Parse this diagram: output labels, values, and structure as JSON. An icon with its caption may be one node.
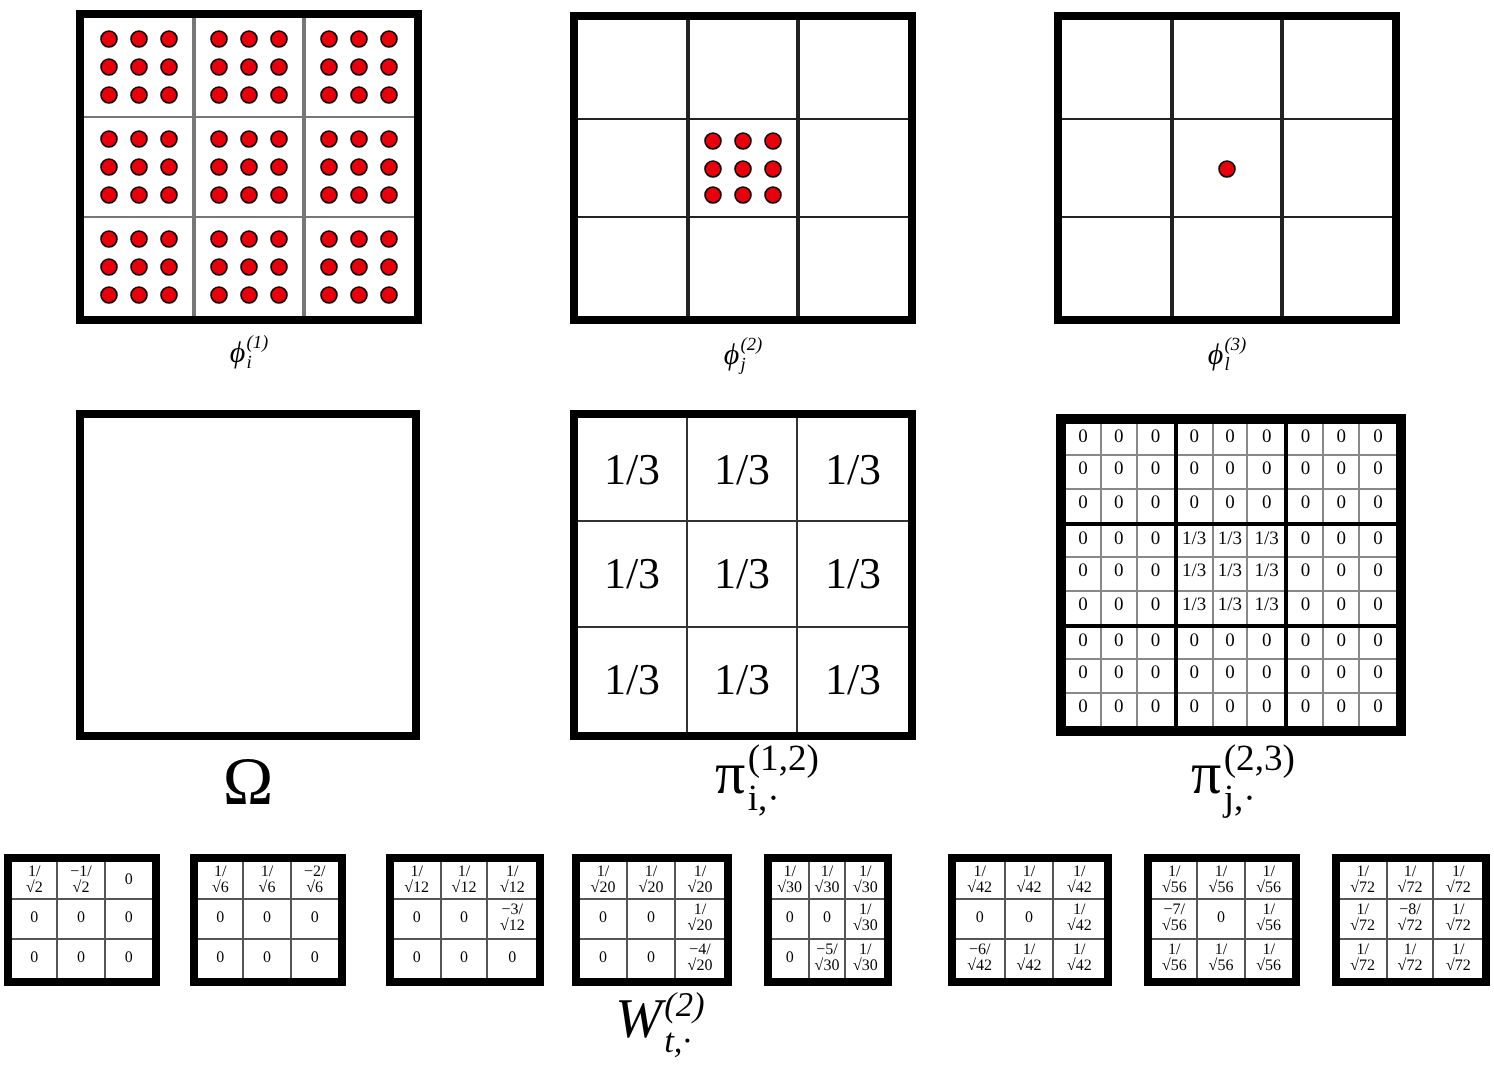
{
  "diagram": {
    "nodes": [
      {
        "text": [],
        "shape": "grid",
        "beside": [
          "ϕ$_{i}$$^{(1)}$"
        ]
      },
      {
        "text": [],
        "shape": "grid",
        "beside": [
          "ϕ$_{j}$$^{(2)}$"
        ]
      },
      {
        "text": [],
        "shape": "grid",
        "beside": [
          "ϕ$_{l}$$^{(3)}$"
        ]
      },
      {
        "text": [],
        "shape": "box",
        "beside": [
          "Ω"
        ]
      },
      {
        "text": [
          "1/3",
          "1/3",
          "1/3",
          "1/3",
          "1/3",
          "1/3",
          "1/3",
          "1/3",
          "1/3"
        ],
        "beside": [
          "π$_{i,·}$$^{(1,2)}$"
        ]
      },
      {
        "text": [],
        "shape": "box",
        "beside": [
          "π$_{j,·}$$^{(2,3)}$"
        ]
      },
      {
        "text": [
          "0",
          "0",
          "0",
          "0",
          "0",
          "0",
          "0",
          "0",
          "0"
        ],
        "in": 5
      },
      {
        "text": [
          "0",
          "0",
          "0",
          "0",
          "0",
          "0",
          "0",
          "0",
          "0"
        ],
        "in": 5
      },
      {
        "text": [
          "0",
          "0",
          "0",
          "0",
          "0",
          "0",
          "0",
          "0",
          "0"
        ],
        "in": 5
      },
      {
        "text": [
          "0",
          "0",
          "0",
          "0",
          "0",
          "0",
          "0",
          "0",
          "0"
        ],
        "in": 5
      },
      {
        "text": [
          "1/3",
          "1/3",
          "1/3",
          "1/3",
          "1/3",
          "1/3",
          "1/3",
          "1/3",
          "1/3"
        ],
        "in": 5
      },
      {
        "text": [
          "0",
          "0",
          "0",
          "0",
          "0",
          "0",
          "0",
          "0",
          "0"
        ],
        "in": 5
      },
      {
        "text": [
          "0",
          "0",
          "0",
          "0",
          "0",
          "0",
          "0",
          "0",
          "0"
        ],
        "in": 5
      },
      {
        "text": [
          "0",
          "0",
          "0",
          "0",
          "0",
          "0",
          "0",
          "0",
          "0"
        ],
        "in": 5
      },
      {
        "text": [
          "0",
          "0",
          "0",
          "0",
          "0",
          "0",
          "0",
          "0",
          "0"
        ],
        "in": 5
      },
      {
        "text": [
          "1/√2",
          "−1/√2",
          "0",
          "0",
          "0",
          "0",
          "0",
          "0",
          "0"
        ]
      },
      {
        "text": [
          "1/√6",
          "1/√6",
          "−2/√6",
          "0",
          "0",
          "0",
          "0",
          "0",
          "0"
        ]
      },
      {
        "text": [
          "1/√12",
          "1/√12",
          "1/√12",
          "0",
          "0",
          "−3/√12",
          "0",
          "0",
          "0"
        ]
      },
      {
        "text": [
          "1/√20",
          "1/√20",
          "1/√20",
          "0",
          "0",
          "1/√20",
          "0",
          "0",
          "−4/√20"
        ]
      },
      {
        "text": [
          "1/√30",
          "1/√30",
          "1/√30",
          "0",
          "0",
          "1/√30",
          "0",
          "−5/√30",
          "1/√30"
        ]
      },
      {
        "text": [
          "1/√42",
          "1/√42",
          "1/√42",
          "0",
          "0",
          "1/√42",
          "−6/√42",
          "1/√42",
          "1/√42"
        ]
      },
      {
        "text": [
          "1/√56",
          "1/√56",
          "1/√56",
          "−7/√56",
          "0",
          "1/√56",
          "1/√56",
          "1/√56",
          "1/√56"
        ]
      },
      {
        "text": [
          "1/√72",
          "1/√72",
          "1/√72",
          "1/√72",
          "−8/√72",
          "1/√72",
          "1/√72",
          "1/√72",
          "1/√72"
        ]
      }
    ],
    "labels": [
      "W$_{t,·}$$^{(2)}$"
    ]
  }
}
